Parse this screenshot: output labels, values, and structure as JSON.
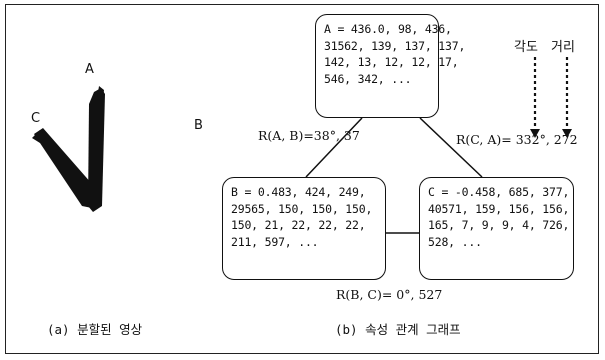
{
  "image_labels": {
    "a": "A",
    "c": "C",
    "b": "B"
  },
  "legend": {
    "angle": "각도",
    "distance": "거리"
  },
  "nodes": {
    "a": "A = 436.0, 98, 436,\n31562, 139, 137, 137,\n142, 13, 12, 12, 17,\n546, 342, ...",
    "b": "B = 0.483, 424, 249,\n29565, 150, 150, 150,\n150, 21, 22, 22, 22,\n211, 597, ...",
    "c": "C = -0.458, 685, 377,\n40571, 159, 156, 156,\n165, 7, 9, 9, 4, 726,\n528, ..."
  },
  "relations": {
    "ab": "R(A, B)=38°, 37",
    "ca": "R(C, A)= 332°, 272",
    "bc": "R(B, C)= 0°, 527"
  },
  "captions": {
    "left": "(a) 분할된 영상",
    "right": "(b) 속성 관계 그래프"
  }
}
